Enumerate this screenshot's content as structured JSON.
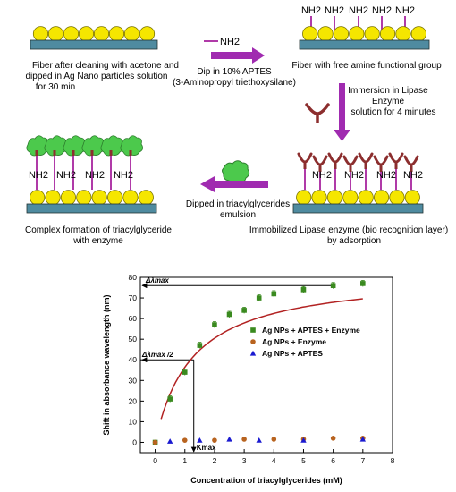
{
  "steps": {
    "s1": {
      "line1": "Fiber after cleaning with acetone and",
      "line2": "dipped in Ag Nano particles solution",
      "line3": "for 30 min"
    },
    "s2": {
      "line1": "Fiber with free amine functional group"
    },
    "s3": {
      "line1": "Immobilized Lipase enzyme (bio recognition layer)",
      "line2": "by adsorption"
    },
    "s4": {
      "line1": "Complex formation of triacylglyceride",
      "line2": "with enzyme"
    }
  },
  "arrows": {
    "a1": {
      "legend_label": "NH2",
      "line1": "Dip in 10% APTES",
      "line2": "(3-Aminopropyl triethoxysilane)"
    },
    "a2": {
      "line1": "Immersion in Lipase",
      "line2": "Enzyme",
      "line3": "solution for 4 minutes"
    },
    "a3": {
      "line1": "Dipped in triacylglycerides",
      "line2": "emulsion"
    }
  },
  "amine_label": "NH2",
  "colors": {
    "gold": "#f5e600",
    "gold_edge": "#7a7300",
    "fiber": "#4f8ba0",
    "amine": "#b03aa8",
    "enzyme": "#8c2e2e",
    "tri": "#4cc94c",
    "arrow": "#a02bb0",
    "series1": "#3a8a1f",
    "series2": "#b8631f",
    "series3": "#1a1ad0",
    "fit": "#b22222"
  },
  "chart_data": {
    "type": "scatter",
    "xlabel": "Concentration of triacylglycerides (mM)",
    "ylabel": "Shift in absorbance wavelength (nm)",
    "xlim": [
      -0.5,
      8
    ],
    "ylim": [
      -5,
      80
    ],
    "xticks": [
      0,
      1,
      2,
      3,
      4,
      5,
      6,
      7,
      8
    ],
    "yticks": [
      0,
      10,
      20,
      30,
      40,
      50,
      60,
      70,
      80
    ],
    "legend_position": "center-right",
    "series": [
      {
        "name": "Ag NPs + APTES + Enzyme",
        "marker": "square",
        "x": [
          0,
          0.5,
          1,
          1.5,
          2,
          2.5,
          3,
          3.5,
          4,
          5,
          6,
          7
        ],
        "y": [
          0,
          21,
          34,
          47,
          57,
          62,
          64,
          70,
          72,
          74,
          76,
          77
        ]
      },
      {
        "name": "Ag NPs + Enzyme",
        "marker": "circle",
        "x": [
          0,
          1,
          2,
          3,
          4,
          5,
          6,
          7
        ],
        "y": [
          0,
          1,
          1,
          1.5,
          1.5,
          1.5,
          2,
          2
        ]
      },
      {
        "name": "Ag NPs + APTES",
        "marker": "triangle",
        "x": [
          0.5,
          1.5,
          2.5,
          3.5,
          5,
          7
        ],
        "y": [
          0.5,
          1,
          1.5,
          1,
          1,
          1.5
        ]
      }
    ],
    "fit": {
      "vmax": 82,
      "km": 1.25
    },
    "annotations": {
      "dlmax": "Δλmax",
      "half_prefix": "Δλmax",
      "half_suffix": "/2",
      "km": "Kmax",
      "half_value": 40,
      "km_x": 1.3,
      "max_value": 76
    }
  }
}
